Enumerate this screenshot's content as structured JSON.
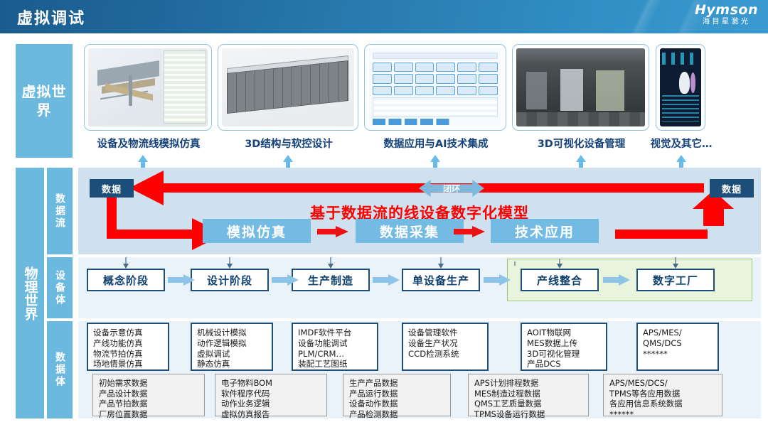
{
  "header": {
    "title": "虚拟调试",
    "logo_main": "Hymson",
    "logo_sub": "海目星激光"
  },
  "sidebar": {
    "virtual_world": "虚拟世界",
    "physical_world": "物理世界",
    "sub_items": [
      {
        "label": "数据流"
      },
      {
        "label": "设备体"
      },
      {
        "label": "数据体"
      }
    ]
  },
  "cards": [
    {
      "caption": "设备及物流线模拟仿真",
      "icon": "cad-layout-thumbnail"
    },
    {
      "caption": "3D结构与软控设计",
      "icon": "machine-rack-thumbnail"
    },
    {
      "caption": "数据应用与AI技术集成",
      "icon": "software-dashboard-thumbnail"
    },
    {
      "caption": "3D可视化设备管理",
      "icon": "factory-floor-thumbnail"
    },
    {
      "caption": "视觉及其它…",
      "icon": "vision-analytics-thumbnail"
    }
  ],
  "dataflow": {
    "chip_left": "数据",
    "chip_right": "数据",
    "loop_badge": "闭环",
    "title": "基于数据流的线设备数字化模型",
    "stages": [
      {
        "label": "模拟仿真"
      },
      {
        "label": "数据采集"
      },
      {
        "label": "技术应用"
      }
    ]
  },
  "phases": [
    {
      "label": "概念阶段"
    },
    {
      "label": "设计阶段"
    },
    {
      "label": "生产制造"
    },
    {
      "label": "单设备生产"
    },
    {
      "label": "产线整合"
    },
    {
      "label": "数字工厂"
    }
  ],
  "equipment_boxes": [
    {
      "lines": "设备示意仿真\n产线功能仿真\n物流节拍仿真\n场地情景仿真"
    },
    {
      "lines": "机械设计模拟\n动作逻辑模拟\n虚拟调试\n静态仿真"
    },
    {
      "lines": "IMDF软件平台\n设备功能调试\nPLM/CRM…\n装配工艺图纸"
    },
    {
      "lines": "设备管理软件\n设备生产状况\nCCD检测系统"
    },
    {
      "lines": "AOIT物联网\nMES数据上传\n3D可视化管理\n产品DCS"
    },
    {
      "lines": "APS/MES/\nQMS/DCS\n******"
    }
  ],
  "data_boxes": [
    {
      "lines": "初始需求数据\n产品设计数据\n产品节拍数据\n厂房位置数据"
    },
    {
      "lines": "电子物料BOM\n软件程序代码\n动作业务逻辑\n虚拟仿真报告"
    },
    {
      "lines": "生产产品数据\n产品运行数据\n设备动作数据\n产品检测数据"
    },
    {
      "lines": "APS计划排程数据\nMES制造过程数据\nQMS工艺质量数据\nTPMS设备运行数据"
    },
    {
      "lines": "APS/MES/DCS/\nTPMS等各应用数据\n各应用信息系统数据\n******"
    }
  ],
  "colors": {
    "header_blue": "#1f6699",
    "sidebar_blue": "#6cb9e0",
    "chip_navy": "#1d4e79",
    "red": "#ff0000",
    "stage_blue": "#74bbe4",
    "panel_blue": "#cfe0ee",
    "zone_blue": "#eaf3fa",
    "green_zone": "#e9f4dd"
  }
}
